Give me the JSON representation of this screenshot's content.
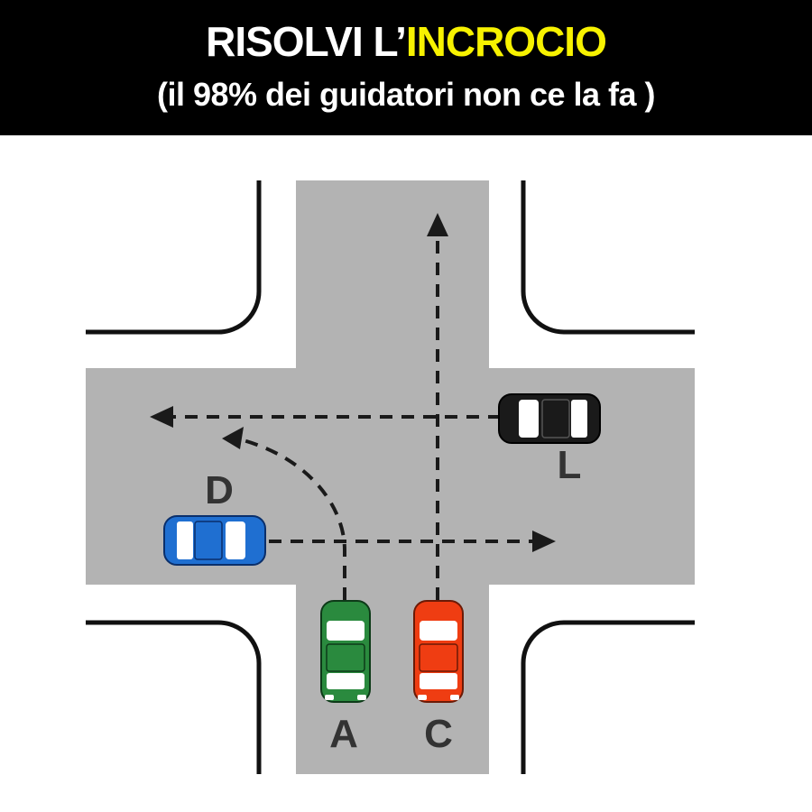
{
  "banner": {
    "title_part_1": "RISOLVI L’",
    "title_part_2": "INCROCIO",
    "subtitle": "(il 98% dei guidatori non ce la fa )"
  },
  "diagram": {
    "vehicles": [
      {
        "label": "A",
        "color": "#2a8a3e"
      },
      {
        "label": "C",
        "color": "#ef3d12"
      },
      {
        "label": "D",
        "color": "#1f6fd1"
      },
      {
        "label": "L",
        "color": "#1a1a1a"
      }
    ]
  },
  "colors": {
    "banner_bg": "#000000",
    "title_white": "#ffffff",
    "title_accent": "#f7f200",
    "road": "#b3b3b3",
    "curb": "#111111",
    "path": "#1a1a1a"
  }
}
